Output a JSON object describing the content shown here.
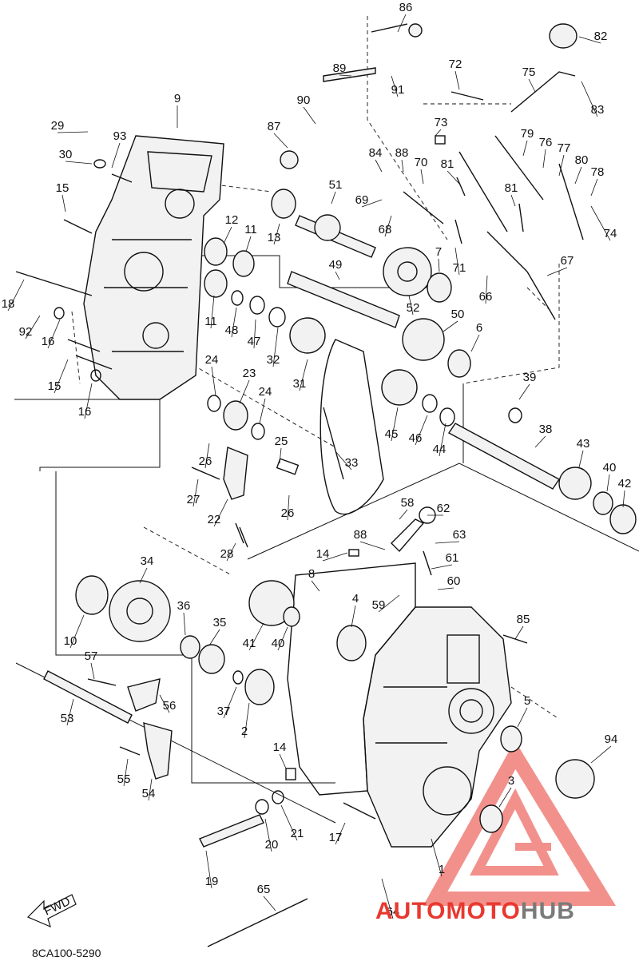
{
  "diagram_code": "8CA100-5290",
  "fwd_arrow_label": "FWD",
  "watermark": {
    "brand_part1": "AUTOMOTO",
    "brand_part2": "HUB",
    "accent_color": "#e8382f",
    "secondary_color": "#7a7a7a"
  },
  "parts": [
    {
      "n": "86"
    },
    {
      "n": "82"
    },
    {
      "n": "89"
    },
    {
      "n": "91"
    },
    {
      "n": "75"
    },
    {
      "n": "72"
    },
    {
      "n": "83"
    },
    {
      "n": "9"
    },
    {
      "n": "90"
    },
    {
      "n": "73"
    },
    {
      "n": "29"
    },
    {
      "n": "93"
    },
    {
      "n": "87"
    },
    {
      "n": "79"
    },
    {
      "n": "76"
    },
    {
      "n": "77"
    },
    {
      "n": "84"
    },
    {
      "n": "88"
    },
    {
      "n": "70"
    },
    {
      "n": "80"
    },
    {
      "n": "78"
    },
    {
      "n": "30"
    },
    {
      "n": "81"
    },
    {
      "n": "81"
    },
    {
      "n": "15"
    },
    {
      "n": "51"
    },
    {
      "n": "69"
    },
    {
      "n": "68"
    },
    {
      "n": "74"
    },
    {
      "n": "12"
    },
    {
      "n": "11"
    },
    {
      "n": "13"
    },
    {
      "n": "7"
    },
    {
      "n": "71"
    },
    {
      "n": "67"
    },
    {
      "n": "49"
    },
    {
      "n": "18"
    },
    {
      "n": "66"
    },
    {
      "n": "11"
    },
    {
      "n": "48"
    },
    {
      "n": "47"
    },
    {
      "n": "52"
    },
    {
      "n": "92"
    },
    {
      "n": "50"
    },
    {
      "n": "16"
    },
    {
      "n": "6"
    },
    {
      "n": "32"
    },
    {
      "n": "24"
    },
    {
      "n": "31"
    },
    {
      "n": "15"
    },
    {
      "n": "23"
    },
    {
      "n": "39"
    },
    {
      "n": "24"
    },
    {
      "n": "16"
    },
    {
      "n": "45"
    },
    {
      "n": "46"
    },
    {
      "n": "44"
    },
    {
      "n": "38"
    },
    {
      "n": "25"
    },
    {
      "n": "26"
    },
    {
      "n": "33"
    },
    {
      "n": "43"
    },
    {
      "n": "40"
    },
    {
      "n": "42"
    },
    {
      "n": "27"
    },
    {
      "n": "26"
    },
    {
      "n": "22"
    },
    {
      "n": "58"
    },
    {
      "n": "62"
    },
    {
      "n": "88"
    },
    {
      "n": "63"
    },
    {
      "n": "28"
    },
    {
      "n": "14"
    },
    {
      "n": "61"
    },
    {
      "n": "34"
    },
    {
      "n": "8"
    },
    {
      "n": "60"
    },
    {
      "n": "4"
    },
    {
      "n": "59"
    },
    {
      "n": "36"
    },
    {
      "n": "35"
    },
    {
      "n": "85"
    },
    {
      "n": "10"
    },
    {
      "n": "41"
    },
    {
      "n": "40"
    },
    {
      "n": "57"
    },
    {
      "n": "56"
    },
    {
      "n": "5"
    },
    {
      "n": "53"
    },
    {
      "n": "37"
    },
    {
      "n": "2"
    },
    {
      "n": "94"
    },
    {
      "n": "14"
    },
    {
      "n": "3"
    },
    {
      "n": "55"
    },
    {
      "n": "54"
    },
    {
      "n": "21"
    },
    {
      "n": "20"
    },
    {
      "n": "17"
    },
    {
      "n": "19"
    },
    {
      "n": "1"
    },
    {
      "n": "65"
    },
    {
      "n": "64"
    }
  ]
}
